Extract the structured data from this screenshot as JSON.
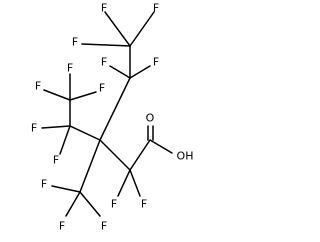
{
  "molecule": {
    "atoms": [
      {
        "label": "F"
      },
      {
        "label": "F"
      },
      {
        "label": "F"
      },
      {
        "label": "F"
      },
      {
        "label": "F"
      },
      {
        "label": "F"
      },
      {
        "label": "F"
      },
      {
        "label": "F"
      },
      {
        "label": "F"
      },
      {
        "label": "F"
      },
      {
        "label": "O"
      },
      {
        "label": "OH"
      },
      {
        "label": "F"
      },
      {
        "label": "F"
      },
      {
        "label": "F"
      },
      {
        "label": "F"
      },
      {
        "label": "F"
      }
    ]
  }
}
